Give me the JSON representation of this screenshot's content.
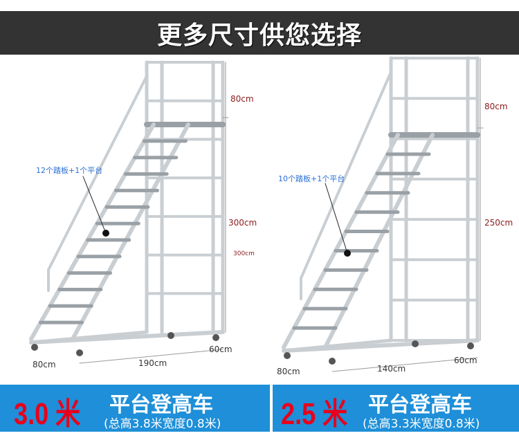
{
  "header": {
    "title": "更多尺寸供您选择"
  },
  "left": {
    "annotation": "12个踏板+1个平台",
    "dims": {
      "top": "80cm",
      "middle": "300cm",
      "small": "300cm",
      "length": "190cm",
      "depth": "60cm",
      "width": "80cm"
    },
    "banner": {
      "height": "3.0 米",
      "title": "平台登高车",
      "subtitle": "(总高3.8米宽度0.8米)"
    }
  },
  "right": {
    "annotation": "10个踏板+1个平台",
    "dims": {
      "top": "80cm",
      "middle": "250cm",
      "length": "140cm",
      "depth": "60cm",
      "width": "80cm"
    },
    "banner": {
      "height": "2.5 米",
      "title": "平台登高车",
      "subtitle": "(总高3.3米宽度0.8米)"
    }
  },
  "colors": {
    "header": "#333333",
    "banner": "#1e8fd8",
    "accent": "#e8001c",
    "dim": "#8b1a1a",
    "note": "#2a6fd6"
  }
}
